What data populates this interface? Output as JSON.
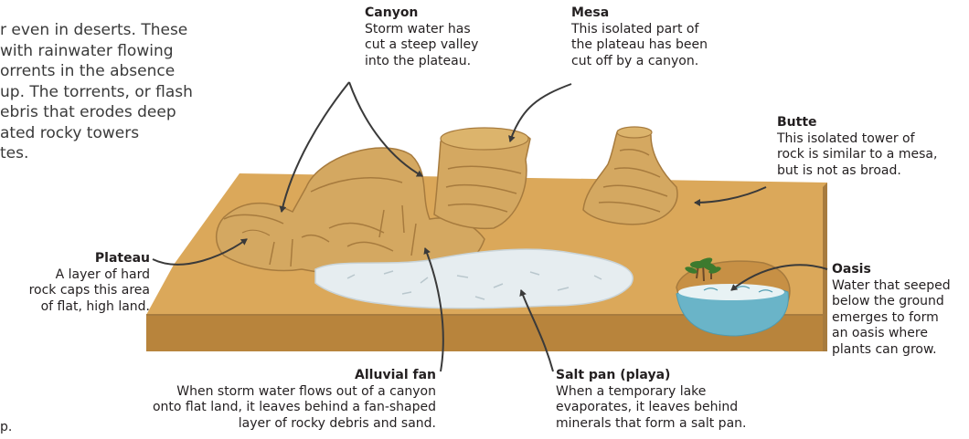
{
  "intro": {
    "lines": [
      "r even in deserts. These",
      "with rainwater flowing",
      "orrents in the absence",
      "up. The torrents, or flash",
      "ebris that erodes deep",
      "ated rocky towers",
      "tes."
    ],
    "tail": "p."
  },
  "labels": {
    "canyon": {
      "title": "Canyon",
      "lines": [
        "Storm water has",
        "cut a steep valley",
        "into the plateau."
      ]
    },
    "mesa": {
      "title": "Mesa",
      "lines": [
        "This isolated part of",
        "the plateau has been",
        "cut off by a canyon."
      ]
    },
    "butte": {
      "title": "Butte",
      "lines": [
        "This isolated tower of",
        "rock is similar to a mesa,",
        "but is not as broad."
      ]
    },
    "plateau": {
      "title": "Plateau",
      "lines": [
        "A layer of hard",
        "rock caps this area",
        "of flat, high land."
      ]
    },
    "oasis": {
      "title": "Oasis",
      "lines": [
        "Water that seeped",
        "below the ground",
        "emerges to form",
        "an oasis where",
        "plants can grow."
      ]
    },
    "alluvial_fan": {
      "title": "Alluvial fan",
      "lines": [
        "When storm water flows out of a canyon",
        "onto flat land, it leaves behind a fan-shaped",
        "layer of rocky debris and sand."
      ]
    },
    "salt_pan": {
      "title": "Salt pan (playa)",
      "lines": [
        "When a temporary lake",
        "evaporates, it leaves behind",
        "minerals that form a salt pan."
      ]
    }
  },
  "colors": {
    "ground_top": "#dba85a",
    "ground_side": "#b8843c",
    "rock": "#d4a861",
    "rock_dark": "#a77b3e",
    "salt": "#e6edf0",
    "water": "#6ab4c8",
    "arrow": "#3a3a3a"
  }
}
